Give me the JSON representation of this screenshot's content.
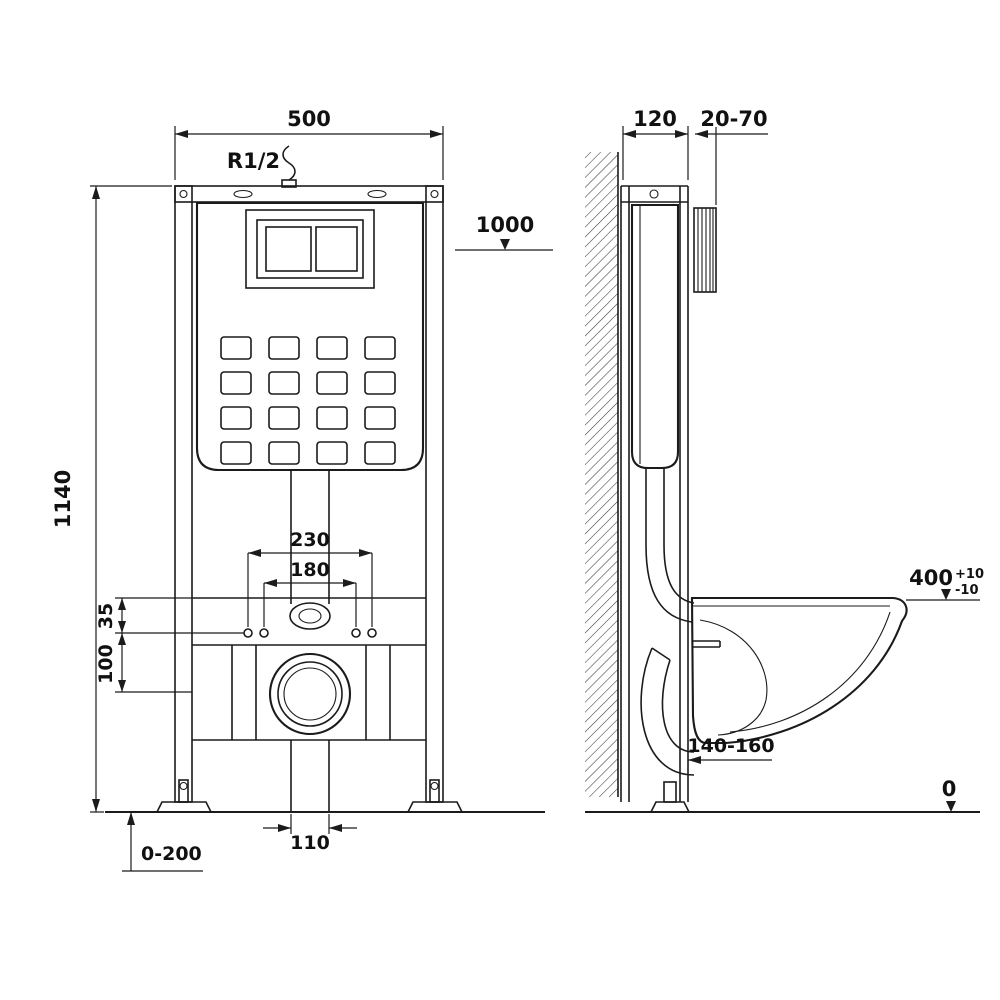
{
  "front": {
    "width_top": "500",
    "inlet_thread": "R1/2",
    "level_height": "1000",
    "frame_height": "1140",
    "bolt_spread_outer": "230",
    "bolt_spread_inner": "180",
    "offset_small": "35",
    "offset_large": "100",
    "outlet_width": "110",
    "foot_adjustment": "0-200"
  },
  "side": {
    "frame_depth": "120",
    "wall_clearance": "20-70",
    "bowl_height": "400",
    "bowl_height_tol_up": "+10",
    "bowl_height_tol_down": "-10",
    "outlet_offset": "140-160",
    "floor_level": "0"
  }
}
